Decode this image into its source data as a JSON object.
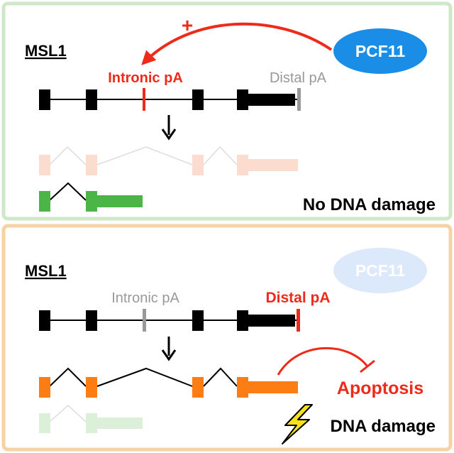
{
  "panels": [
    {
      "gene": "MSL1",
      "regulator": "PCF11",
      "plus_sign": "+",
      "intronic_label": "Intronic pA",
      "distal_label": "Distal pA",
      "condition": "No DNA damage"
    },
    {
      "gene": "MSL1",
      "regulator": "PCF11",
      "intronic_label": "Intronic pA",
      "distal_label": "Distal pA",
      "outcome": "Apoptosis",
      "condition": "DNA damage"
    }
  ],
  "colors": {
    "top_border": "#cfe9c8",
    "bottom_border": "#f7d2a4",
    "exon": "#000000",
    "active_red": "#ee2a1b",
    "inactive_gray": "#999999",
    "pcf11_blue": "#1a8ee6",
    "pcf11_faded": "#dbe9fb",
    "short_isoform": "#4cb548",
    "faded_short": "#fddcd0",
    "long_isoform": "#fb7d14",
    "faded_green": "#dcefd8",
    "lightning": "#f8e11a"
  }
}
